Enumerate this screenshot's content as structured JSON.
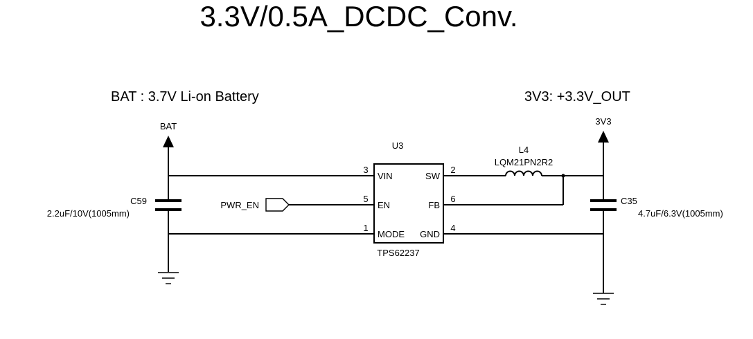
{
  "title": "3.3V/0.5A_DCDC_Conv.",
  "notes": {
    "left": "BAT : 3.7V Li-on Battery",
    "right": "3V3: +3.3V_OUT"
  },
  "power_ports": {
    "bat": "BAT",
    "v3v3": "3V3"
  },
  "ic": {
    "ref": "U3",
    "part": "TPS62237",
    "pins": {
      "vin": {
        "num": "3",
        "name": "VIN"
      },
      "en": {
        "num": "5",
        "name": "EN"
      },
      "mode": {
        "num": "1",
        "name": "MODE"
      },
      "sw": {
        "num": "2",
        "name": "SW"
      },
      "fb": {
        "num": "6",
        "name": "FB"
      },
      "gnd": {
        "num": "4",
        "name": "GND"
      }
    }
  },
  "inductor": {
    "ref": "L4",
    "value": "LQM21PN2R2"
  },
  "caps": {
    "c59": {
      "ref": "C59",
      "value": "2.2uF/10V(1005mm)"
    },
    "c35": {
      "ref": "C35",
      "value": "4.7uF/6.3V(1005mm)"
    }
  },
  "net_labels": {
    "pwr_en": "PWR_EN"
  }
}
